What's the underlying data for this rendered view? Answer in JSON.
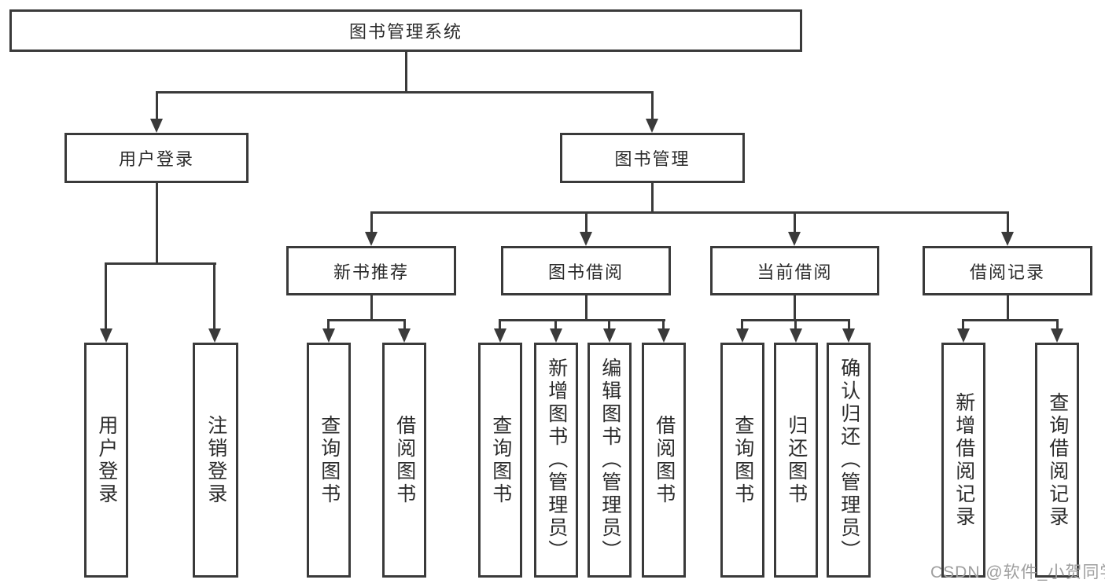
{
  "diagram": {
    "root": "图书管理系统",
    "user_login": {
      "label": "用户登录",
      "children": [
        "用户登录",
        "注销登录"
      ]
    },
    "book_mgmt": {
      "label": "图书管理",
      "new_book": {
        "label": "新书推荐",
        "children": [
          "查询图书",
          "借阅图书"
        ]
      },
      "borrow": {
        "label": "图书借阅",
        "children": [
          "查询图书",
          "新增图书（管理员）",
          "编辑图书（管理员）",
          "借阅图书"
        ]
      },
      "current": {
        "label": "当前借阅",
        "children": [
          "查询图书",
          "归还图书",
          "确认归还（管理员）"
        ]
      },
      "records": {
        "label": "借阅记录",
        "children": [
          "新增借阅记录",
          "查询借阅记录"
        ]
      }
    }
  },
  "watermark": "CSDN @软件_小贺同学"
}
